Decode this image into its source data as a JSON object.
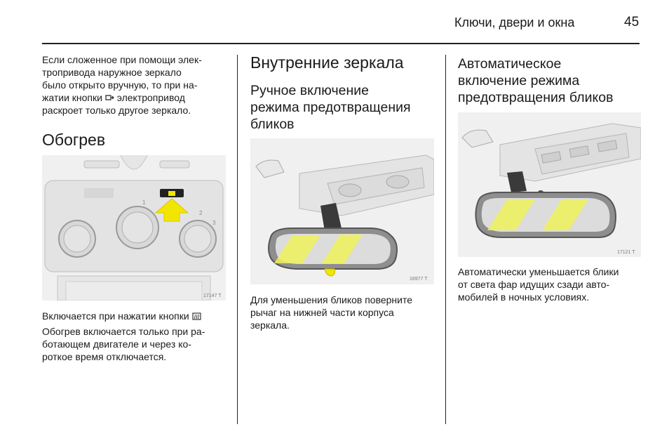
{
  "header": {
    "title": "Ключи, двери и окна",
    "page_number": "45"
  },
  "col1": {
    "intro_line1": "Если сложенное при помощи элек-",
    "intro_line2": "тропривода наружное зеркало",
    "intro_line3": "было открыто вручную, то при на-",
    "intro_line4a": "жатии кнопки ",
    "intro_line4b": " электропривод",
    "intro_line5": "раскроет только другое зеркало.",
    "heading": "Обогрев",
    "figure_code": "17147 T",
    "caption_a": "Включается при нажатии кнопки ",
    "caption2_line1": "Обогрев включается только при ра-",
    "caption2_line2": "ботающем двигателе и через ко-",
    "caption2_line3": "роткое время отключается.",
    "fig_scale_labels": [
      "1",
      "2",
      "3"
    ]
  },
  "col2": {
    "heading": "Внутренние зеркала",
    "subheading_line1": "Ручное включение",
    "subheading_line2": "режима предотвращения",
    "subheading_line3": "бликов",
    "figure_code": "16977 T",
    "caption_line1": "Для уменьшения бликов поверните",
    "caption_line2": "рычаг на нижней части корпуса",
    "caption_line3": "зеркала."
  },
  "col3": {
    "heading_line1": "Автоматическое",
    "heading_line2": "включение режима",
    "heading_line3": "предотвращения бликов",
    "figure_code": "17121 T",
    "caption_line1": "Автоматически уменьшается блики",
    "caption_line2": "от света фар идущих сзади авто-",
    "caption_line3": "мобилей в ночных условиях."
  },
  "icons": [
    "mirror-fold-icon",
    "rear-window-heater-icon"
  ],
  "colors": {
    "arrow_yellow": "#f2e600",
    "glare_yellow": "#eef25a",
    "figure_bg": "#f0f0f0"
  }
}
